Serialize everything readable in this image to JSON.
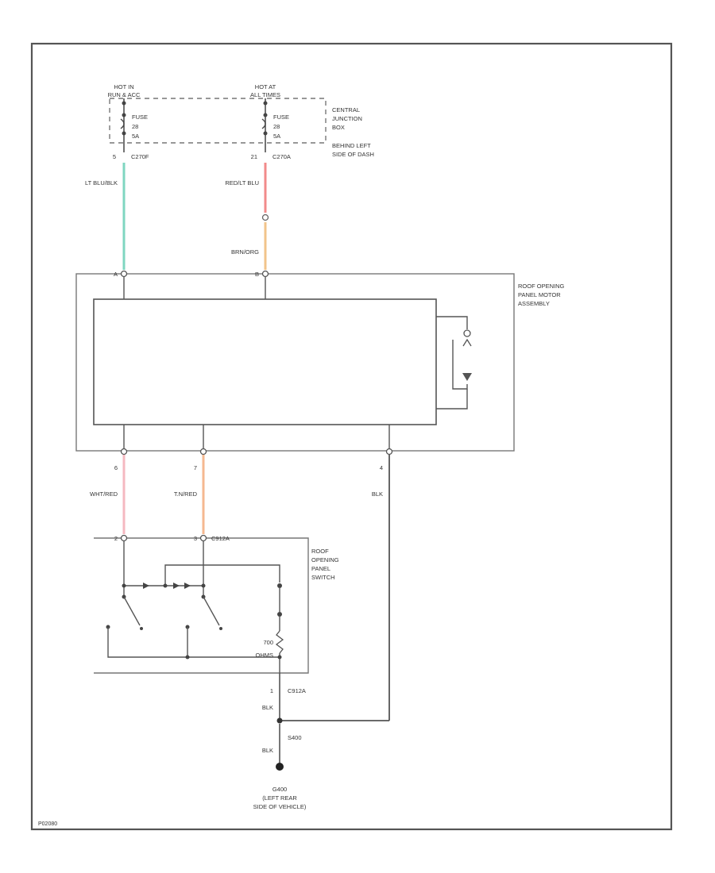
{
  "diagram": {
    "hot_in_run_line1": "HOT IN",
    "hot_in_run_line2": "RUN & ACC",
    "hot_at_all_line1": "HOT AT",
    "hot_at_all_line2": "ALL TIMES",
    "fuse1_label": "FUSE",
    "fuse1_num": "28",
    "fuse1_amp": "5A",
    "fuse2_label": "FUSE",
    "fuse2_num": "28",
    "fuse2_amp": "5A",
    "cjb_line1": "CENTRAL",
    "cjb_line2": "JUNCTION",
    "cjb_line3": "BOX",
    "cjb_line4": "BEHIND LEFT",
    "cjb_line5": "SIDE OF DASH",
    "pin_c270f": "5",
    "conn_c270f": "C270F",
    "pin_c270a": "21",
    "conn_c270a": "C270A",
    "wire_lt_blu_blk": "LT BLU/BLK",
    "wire_red_lt_blu": "RED/LT BLU",
    "wire_brn_org": "BRN/ORG",
    "motor_pin_a": "A",
    "motor_pin_b": "B",
    "motor_line1": "ROOF OPENING",
    "motor_line2": "PANEL MOTOR",
    "motor_line3": "ASSEMBLY",
    "motor_pin_6": "6",
    "motor_pin_7": "7",
    "motor_pin_4": "4",
    "wire_wht_red": "WHT/RED",
    "wire_tan_red": "T.N/RED",
    "wire_blk1": "BLK",
    "switch_pin_2": "2",
    "switch_pin_3": "3",
    "conn_c912a": "C912A",
    "switch_line1": "ROOF",
    "switch_line2": "OPENING",
    "switch_line3": "PANEL",
    "switch_line4": "SWITCH",
    "resistor_value": "700",
    "resistor_unit": "OHMS",
    "pin_c912a_lower": "1",
    "conn_c912a_lower": "C912A",
    "wire_blk2": "BLK",
    "splice": "S400",
    "wire_blk3": "BLK",
    "ground_id": "G400",
    "ground_line1": "(LEFT REAR",
    "ground_line2": "SIDE OF VEHICLE)",
    "figure_id": "P02080"
  },
  "colors": {
    "frame": "#555555",
    "wire_lt_blu_blk": "#7fd6c0",
    "wire_red_lt_blu": "#f28a8a",
    "wire_brn_org": "#f2c48a",
    "wire_wht_red": "#f5b8c0",
    "wire_tan_red": "#f5b890"
  }
}
